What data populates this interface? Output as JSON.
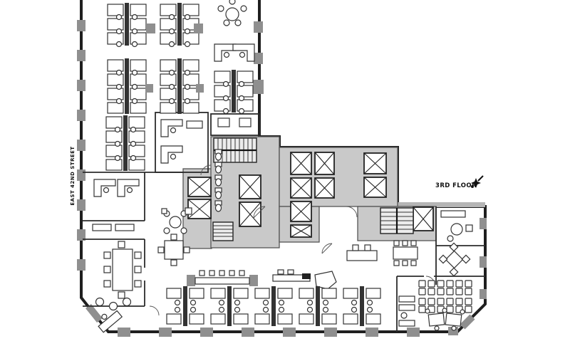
{
  "labels": {
    "street": "EAST 42ND STREET",
    "floor": "3RD FLOOR"
  },
  "icons": {
    "north_arrow": "north-arrow-compass"
  },
  "colors": {
    "wall": "#1f1f1f",
    "core": "#c9c9c9",
    "column": "#8f8f8f",
    "background": "#ffffff"
  }
}
